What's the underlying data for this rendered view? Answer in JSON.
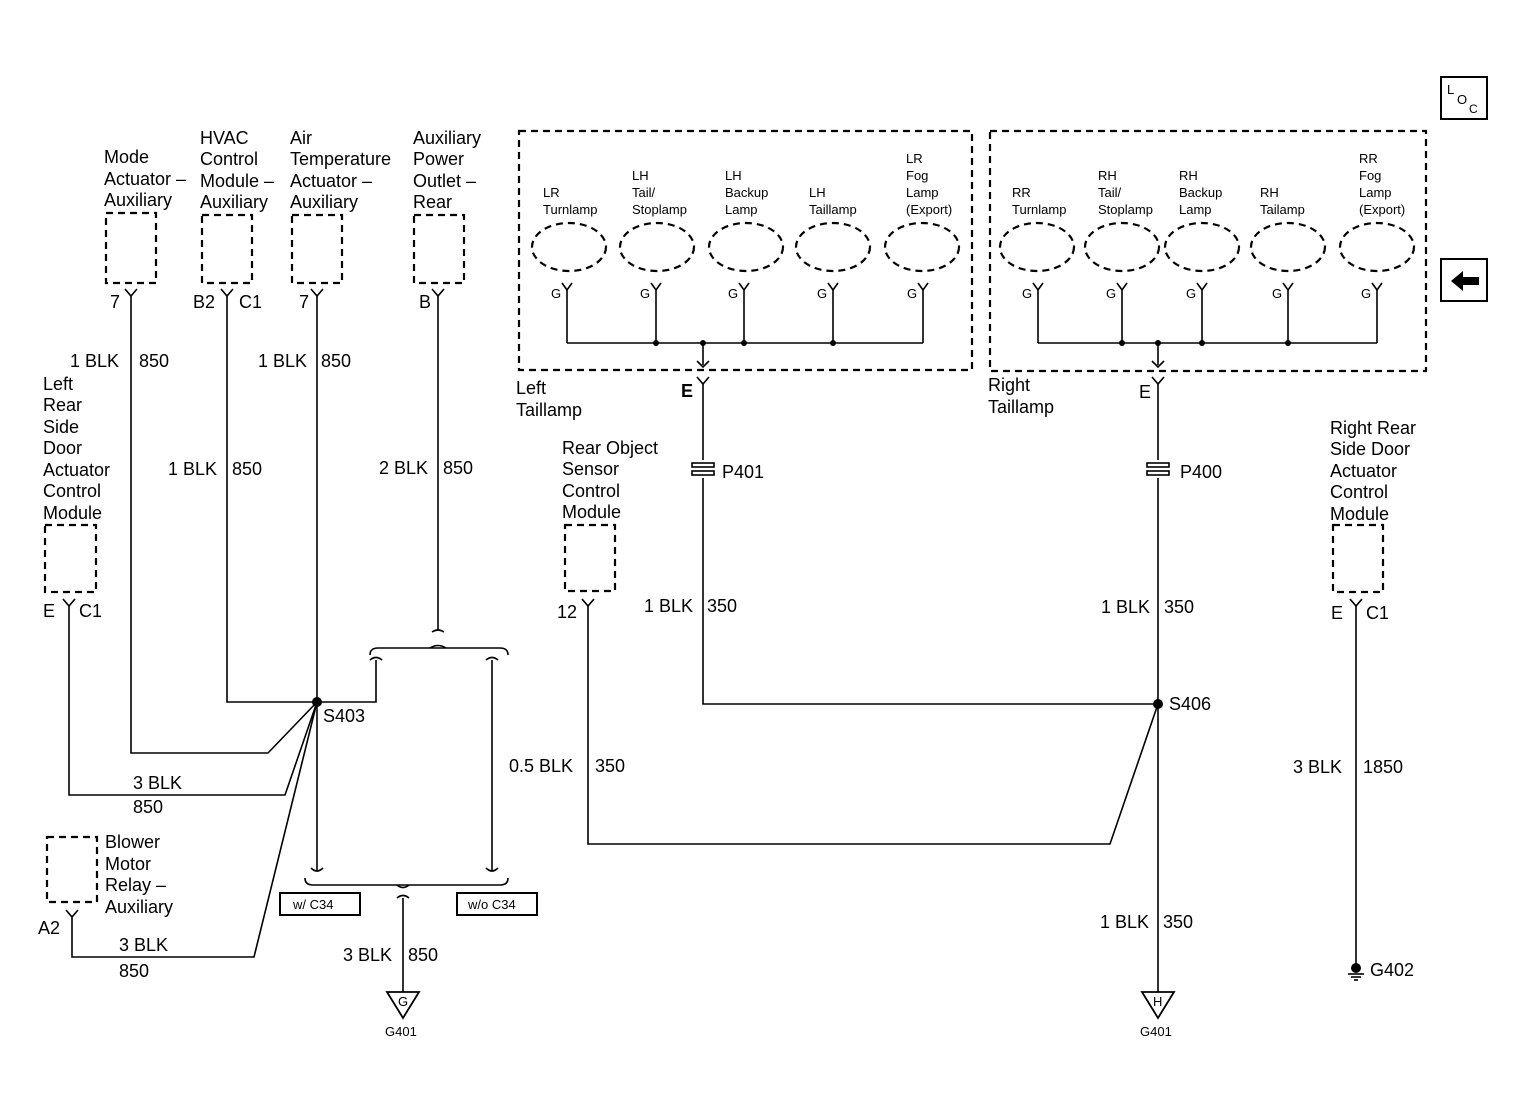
{
  "loc_icon": {
    "top": "L",
    "bottom": "O",
    "sub": "C"
  },
  "back_icon": "left-arrow-icon",
  "components": {
    "mode_actuator": [
      "Mode",
      "Actuator –",
      "Auxiliary"
    ],
    "hvac_module": [
      "HVAC",
      "Control",
      "Module –",
      "Auxiliary"
    ],
    "air_temp_actuator": [
      "Air",
      "Temperature",
      "Actuator –",
      "Auxiliary"
    ],
    "aux_power_outlet": [
      "Auxiliary",
      "Power",
      "Outlet –",
      "Rear"
    ],
    "left_rear_door_module": [
      "Left",
      "Rear",
      "Side",
      "Door",
      "Actuator",
      "Control",
      "Module"
    ],
    "blower_relay": [
      "Blower",
      "Motor",
      "Relay –",
      "Auxiliary"
    ],
    "rear_object_sensor": [
      "Rear Object",
      "Sensor",
      "Control",
      "Module"
    ],
    "right_rear_door_module": [
      "Right Rear",
      "Side Door",
      "Actuator",
      "Control",
      "Module"
    ],
    "left_taillamp": [
      "Left",
      "Taillamp"
    ],
    "right_taillamp": [
      "Right",
      "Taillamp"
    ]
  },
  "left_lamps": [
    [
      "LR",
      "Turnlamp"
    ],
    [
      "LH",
      "Tail/",
      "Stoplamp"
    ],
    [
      "LH",
      "Backup",
      "Lamp"
    ],
    [
      "LH",
      "Taillamp"
    ],
    [
      "LR",
      "Fog",
      "Lamp",
      "(Export)"
    ]
  ],
  "right_lamps": [
    [
      "RR",
      "Turnlamp"
    ],
    [
      "RH",
      "Tail/",
      "Stoplamp"
    ],
    [
      "RH",
      "Backup",
      "Lamp"
    ],
    [
      "RH",
      "Tailamp"
    ],
    [
      "RR",
      "Fog",
      "Lamp",
      "(Export)"
    ]
  ],
  "pins": {
    "mode": "7",
    "hvac_b2": "B2",
    "hvac_c1": "C1",
    "airtemp": "7",
    "aux": "B",
    "lamp_g": "G",
    "left_e": "E",
    "right_e": "E",
    "lrdoor_e": "E",
    "lrdoor_c1": "C1",
    "ros": "12",
    "rrdoor_e": "E",
    "rrdoor_c1": "C1",
    "blower": "A2"
  },
  "wires": {
    "mode": "1 BLK",
    "mode_num": "850",
    "airtemp": "1 BLK",
    "airtemp_num": "850",
    "hvac": "1 BLK",
    "hvac_num": "850",
    "aux": "2 BLK",
    "aux_num": "850",
    "lrdoor": "3 BLK",
    "lrdoor_num": "850",
    "blower": "3 BLK",
    "blower_num": "850",
    "g401": "3 BLK",
    "g401_num": "850",
    "p401": "1 BLK",
    "p401_num": "350",
    "p400": "1 BLK",
    "p400_num": "350",
    "ros": "0.5 BLK",
    "ros_num": "350",
    "s406_down": "1 BLK",
    "s406_down_num": "350",
    "rrdoor": "3 BLK",
    "rrdoor_num": "1850"
  },
  "splices": {
    "s403": "S403",
    "s406": "S406"
  },
  "connectors": {
    "p401": "P401",
    "p400": "P400"
  },
  "options": {
    "with": "w/ C34",
    "without": "w/o C34"
  },
  "grounds": {
    "left_letter": "G",
    "left_name": "G401",
    "right_letter": "H",
    "right_name": "G401",
    "g402": "G402"
  }
}
